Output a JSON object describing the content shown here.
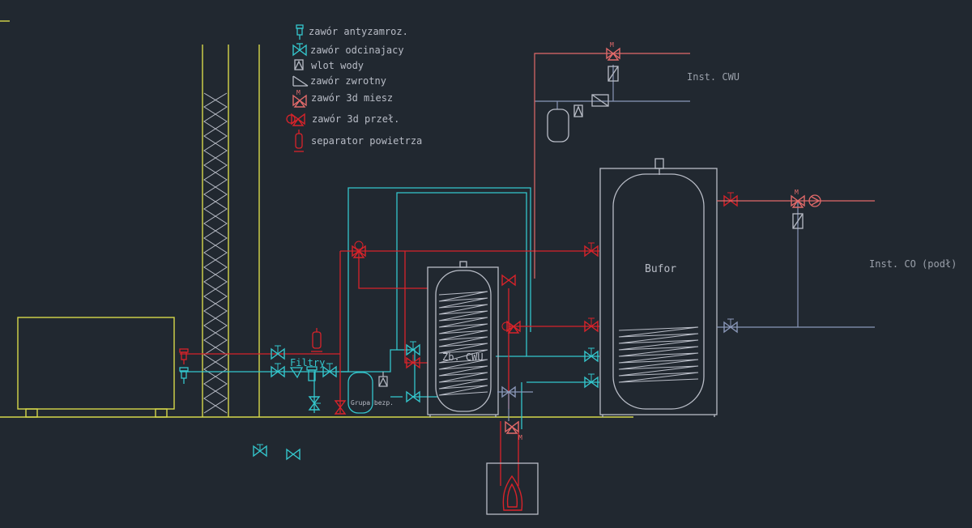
{
  "colors": {
    "background": "#212830",
    "cyan": "#34c6cc",
    "red": "#d8232a",
    "red_light": "#e26a6a",
    "yellow": "#d6d84a",
    "blue_gray": "#8a97b8",
    "gray": "#b8bcc6",
    "text_gray": "#9aa0aa"
  },
  "legend": {
    "items": [
      {
        "icon": "antifreeze-valve-icon",
        "label": "zawór antyzamroz."
      },
      {
        "icon": "shutoff-valve-icon",
        "label": "zawór odcinajacy"
      },
      {
        "icon": "water-inlet-icon",
        "label": "wlot wody"
      },
      {
        "icon": "check-valve-icon",
        "label": "zawór zwrotny"
      },
      {
        "icon": "mixing-valve-3way-icon",
        "label": "zawór 3d miesz"
      },
      {
        "icon": "switching-valve-3way-icon",
        "label": "zawór 3d przeł."
      },
      {
        "icon": "air-separator-icon",
        "label": "separator powietrza"
      }
    ]
  },
  "labels": {
    "inst_cwu": "Inst. CWU",
    "inst_co": "Inst. CO (podł)",
    "buffer": "Bufor",
    "dhw_tank": "Zb. CWU",
    "safety_group": "Grupa bezp.",
    "filters": "Filtry",
    "valve_letter": "M"
  }
}
